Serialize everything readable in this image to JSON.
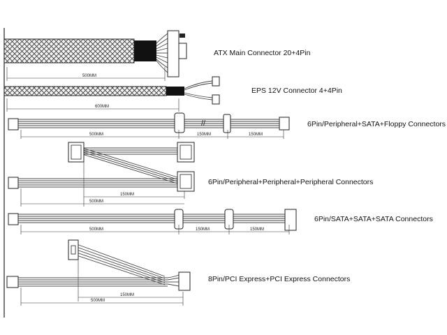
{
  "cables": [
    {
      "label": "ATX Main Connector 20+4Pin",
      "lengths": [
        "500MM"
      ]
    },
    {
      "label": "EPS 12V Connector 4+4Pin",
      "lengths": [
        "600MM"
      ]
    },
    {
      "label": "6Pin/Peripheral+SATA+Floppy Connectors",
      "lengths": [
        "500MM",
        "150MM",
        "150MM"
      ]
    },
    {
      "label": "6Pin/Peripheral+Peripheral+Peripheral Connectors",
      "lengths": [
        "500MM",
        "150MM"
      ]
    },
    {
      "label": "6Pin/SATA+SATA+SATA Connectors",
      "lengths": [
        "500MM",
        "150MM",
        "150MM"
      ]
    },
    {
      "label": "8Pin/PCI Express+PCI Express Connectors",
      "lengths": [
        "500MM",
        "150MM"
      ]
    }
  ]
}
